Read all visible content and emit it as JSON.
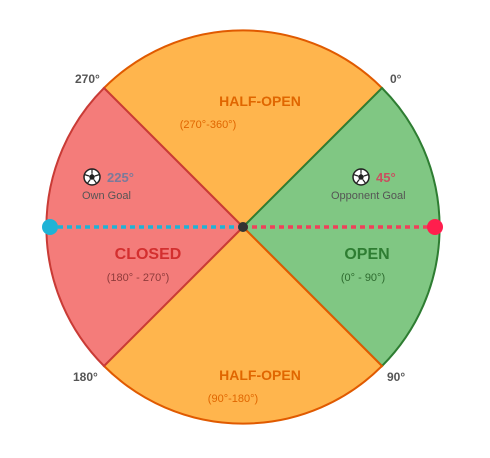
{
  "colors": {
    "half_open_fill": "#FFB54D",
    "half_open_stroke": "#E05A00",
    "half_open_text": "#E06600",
    "closed_fill": "#F47C7A",
    "closed_stroke": "#C93B36",
    "closed_title": "#D32F2F",
    "closed_range": "#8E3B3B",
    "open_fill": "#80C783",
    "open_stroke": "#2E7D32",
    "open_title": "#2E7D32",
    "open_range": "#2E6B2F",
    "own_goal_line": "#1FB3D6",
    "own_goal_dot": "#1FB3D6",
    "opponent_goal_line": "#F0405A",
    "opponent_goal_dot": "#FF1E4D",
    "own_goal_angle_color": "#7A7A9A",
    "opponent_goal_angle_color": "#C85060",
    "center_dot": "#333333"
  },
  "corner_labels": {
    "top_left": "270°",
    "top_right": "0°",
    "bottom_left": "180°",
    "bottom_right": "90°"
  },
  "zones": {
    "top": {
      "title": "HALF-OPEN",
      "range": "(270°-360°)"
    },
    "bottom": {
      "title": "HALF-OPEN",
      "range": "(90°-180°)"
    },
    "left": {
      "title": "CLOSED",
      "range": "(180° - 270°)"
    },
    "right": {
      "title": "OPEN",
      "range": "(0° - 90°)"
    }
  },
  "goals": {
    "own": {
      "icon": "soccer-ball-icon",
      "angle": "225°",
      "label": "Own Goal"
    },
    "opponent": {
      "icon": "soccer-ball-icon",
      "angle": "45°",
      "label": "Opponent Goal"
    }
  }
}
